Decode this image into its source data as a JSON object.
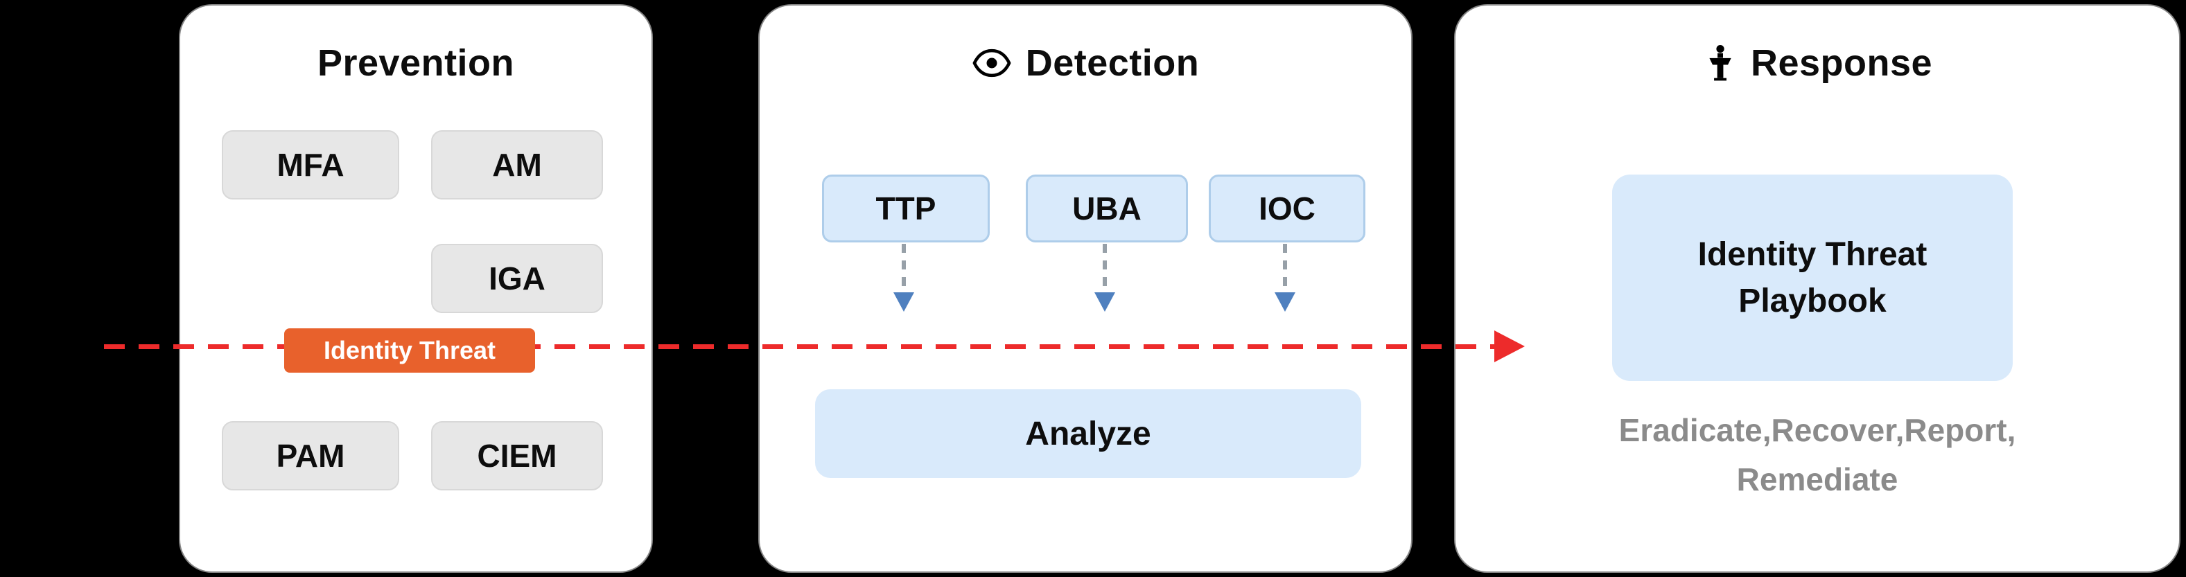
{
  "diagram": {
    "prevention": {
      "title": "Prevention",
      "boxes": [
        "MFA",
        "AM",
        "IGA",
        "PAM",
        "CIEM"
      ],
      "threat_label": "Identity Threat"
    },
    "detection": {
      "title": "Detection",
      "sources": [
        "TTP",
        "UBA",
        "IOC"
      ],
      "analyze_label": "Analyze"
    },
    "response": {
      "title": "Response",
      "playbook_line1": "Identity Threat",
      "playbook_line2": "Playbook",
      "actions_line1": "Eradicate,Recover,Report,",
      "actions_line2": "Remediate"
    },
    "colors": {
      "background": "#000000",
      "panel_bg": "#ffffff",
      "gray_box": "#e7e7e7",
      "blue_box": "#d9eafb",
      "orange": "#e8612c",
      "red_line": "#ed2b2b",
      "arrow_blue": "#4f80bf",
      "gray_text": "#8b8b8b"
    }
  }
}
